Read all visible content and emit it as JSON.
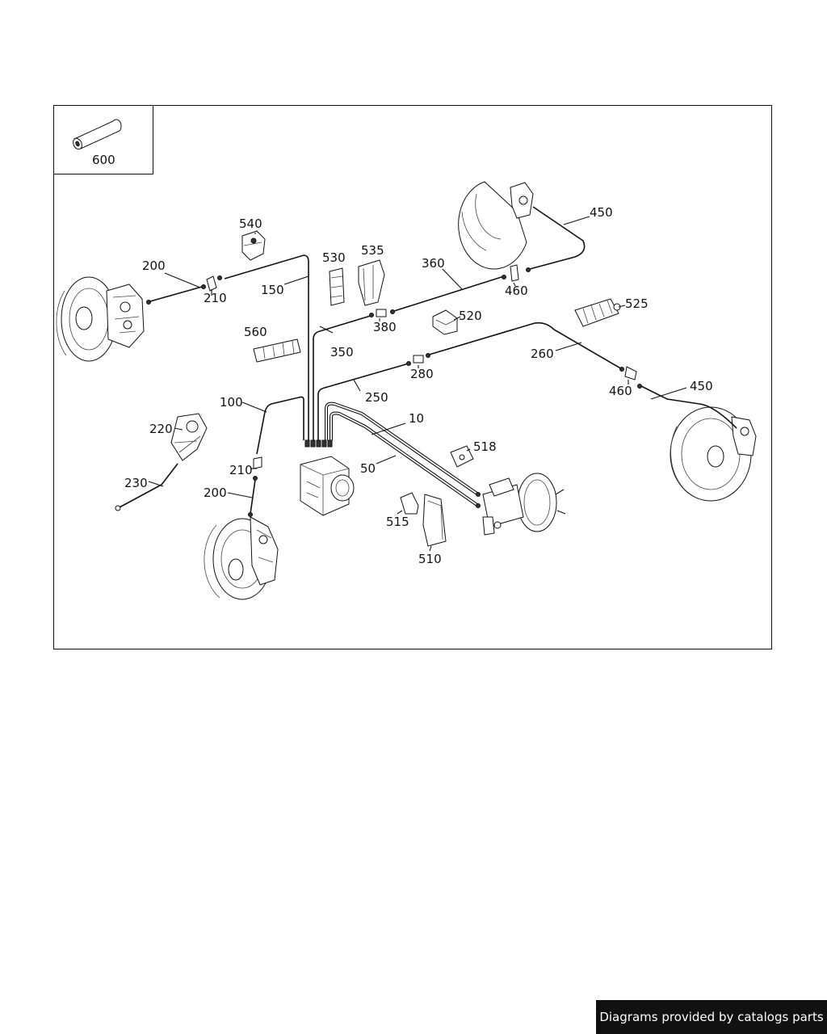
{
  "footer": {
    "text": "Diagrams provided by catalogs parts"
  },
  "labels": {
    "l600": "600",
    "l540": "540",
    "l530": "530",
    "l535": "535",
    "l360": "360",
    "l450a": "450",
    "l200a": "200",
    "l210a": "210",
    "l150": "150",
    "l460a": "460",
    "l380": "380",
    "l520": "520",
    "l525": "525",
    "l560": "560",
    "l350": "350",
    "l260": "260",
    "l280": "280",
    "l460b": "460",
    "l250": "250",
    "l450b": "450",
    "l100": "100",
    "l10": "10",
    "l220": "220",
    "l518": "518",
    "l50": "50",
    "l210b": "210",
    "l230": "230",
    "l200b": "200",
    "l515": "515",
    "l510": "510"
  }
}
